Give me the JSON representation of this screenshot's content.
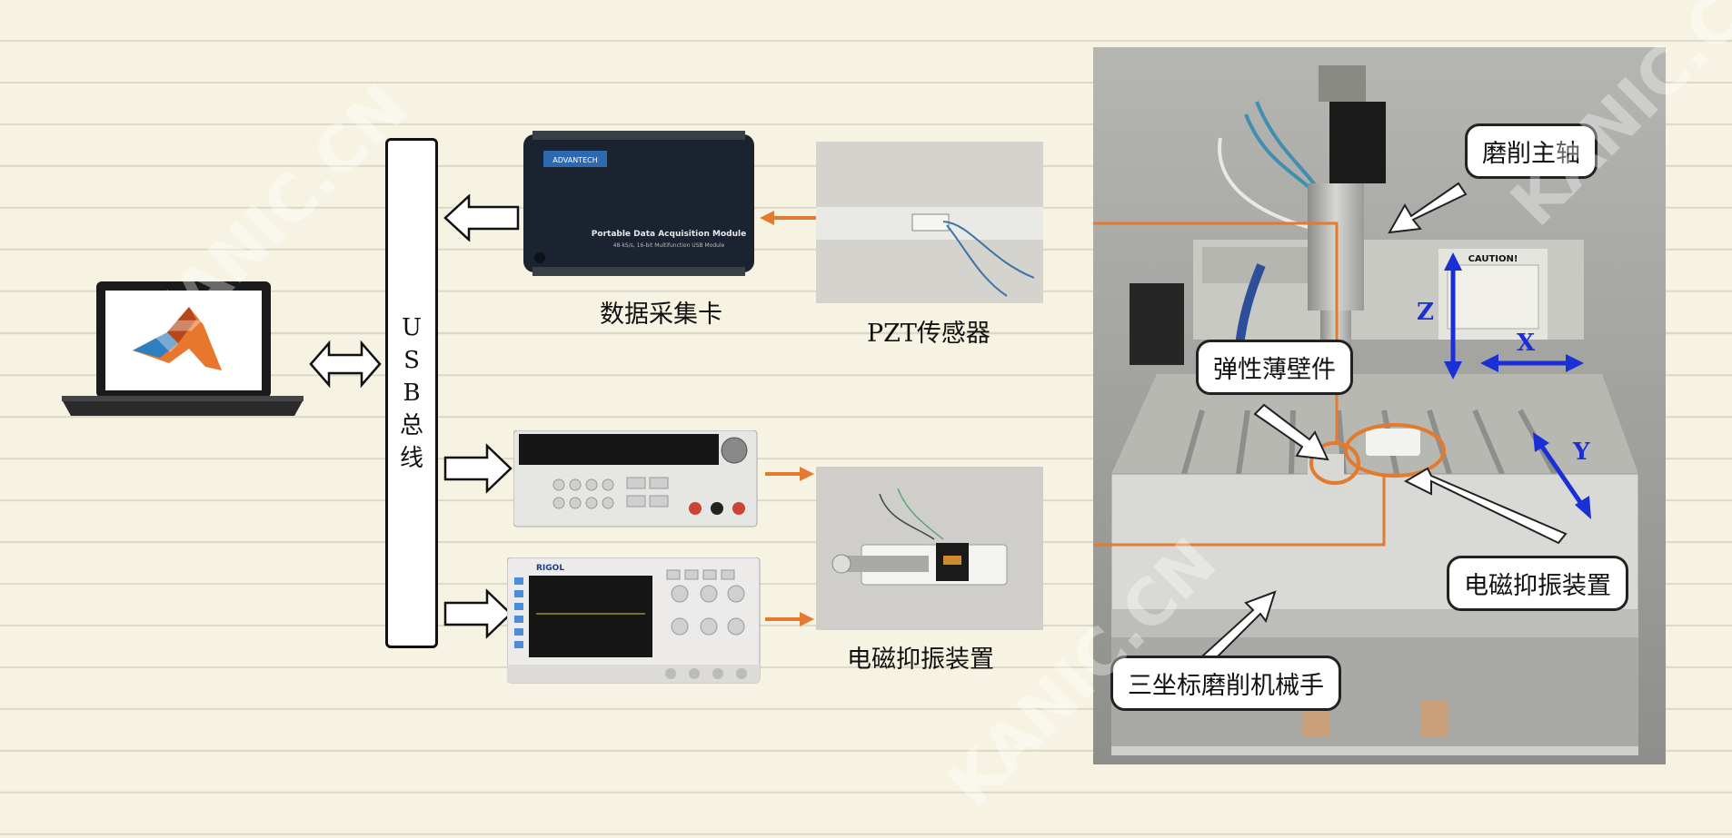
{
  "usb_bus": {
    "chars": [
      "U",
      "S",
      "B",
      "总",
      "线"
    ]
  },
  "labels": {
    "daq": "数据采集卡",
    "pzt": "PZT传感器",
    "damper_bottom": "电磁抑振装置"
  },
  "daq_card": {
    "brand": "ADVANTECH",
    "title": "Portable Data Acquisition Module",
    "subtitle": "48-kS/s, 16-bit Multifunction USB Module"
  },
  "oscilloscope": {
    "brand": "RIGOL"
  },
  "machine": {
    "warning": "CAUTION!",
    "axes": {
      "z": "Z",
      "x": "X",
      "y": "Y"
    },
    "callouts": {
      "spindle": "磨削主轴",
      "thin_wall": "弹性薄壁件",
      "damper": "电磁抑振装置",
      "manipulator": "三坐标磨削机械手"
    }
  },
  "colors": {
    "accent_arrow": "#e37a2e",
    "axis_arrow": "#1b2fd6",
    "highlight_circle": "#e37a2e"
  }
}
